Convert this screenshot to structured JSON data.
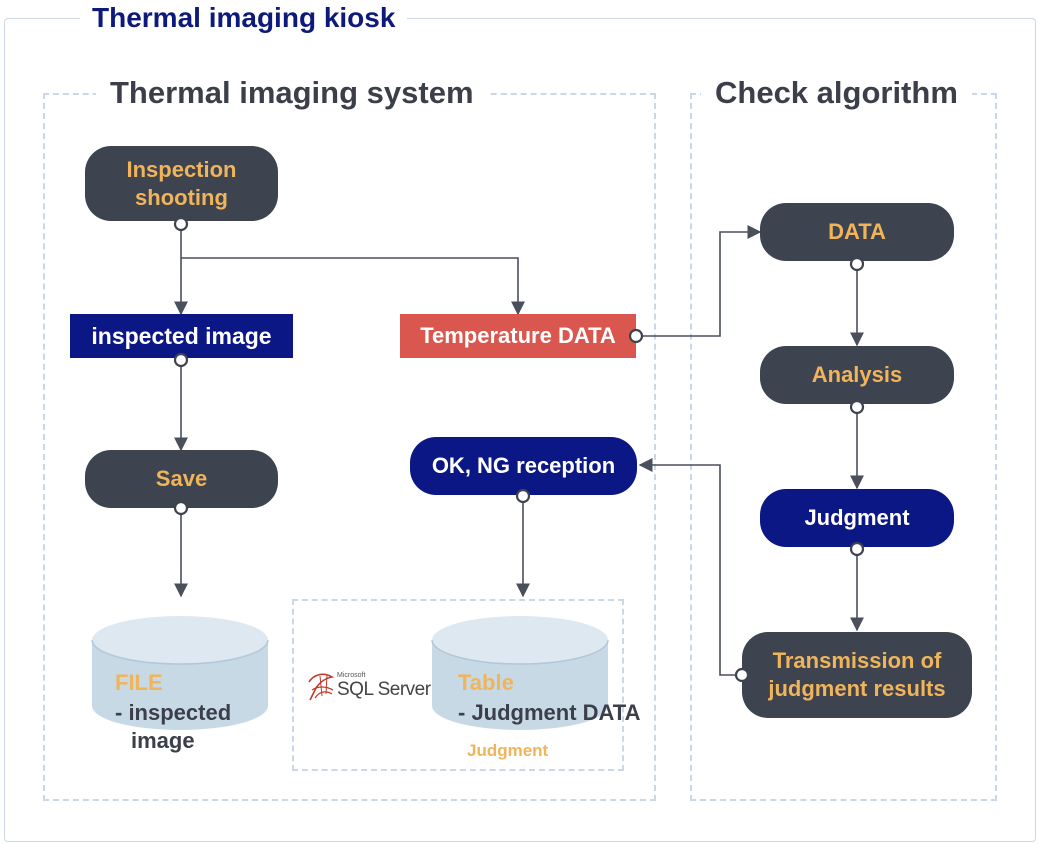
{
  "title": "Thermal imaging kiosk",
  "sections": {
    "left": {
      "title": "Thermal imaging system"
    },
    "right": {
      "title": "Check algorithm"
    }
  },
  "nodes": {
    "inspection_shooting": "Inspection\nshooting",
    "inspected_image": "inspected image",
    "temperature_data": "Temperature DATA",
    "save": "Save",
    "ok_ng_reception": "OK, NG reception",
    "data": "DATA",
    "analysis": "Analysis",
    "judgment": "Judgment",
    "transmission": "Transmission of\njudgment results"
  },
  "databases": {
    "file": {
      "title": "FILE",
      "line1": "- inspected",
      "line2": "image"
    },
    "table": {
      "title": "Table",
      "line1": "- Judgment DATA",
      "sub": "Judgment"
    }
  },
  "sql_logo": {
    "brand": "Microsoft",
    "product": "SQL Server"
  },
  "colors": {
    "dark_node": "#3e4350",
    "navy_node": "#0b1784",
    "orange_text": "#f0b45a",
    "red_box": "#d9574e",
    "database": "#c8d9e6",
    "dashed_border": "#c9d8e6"
  }
}
